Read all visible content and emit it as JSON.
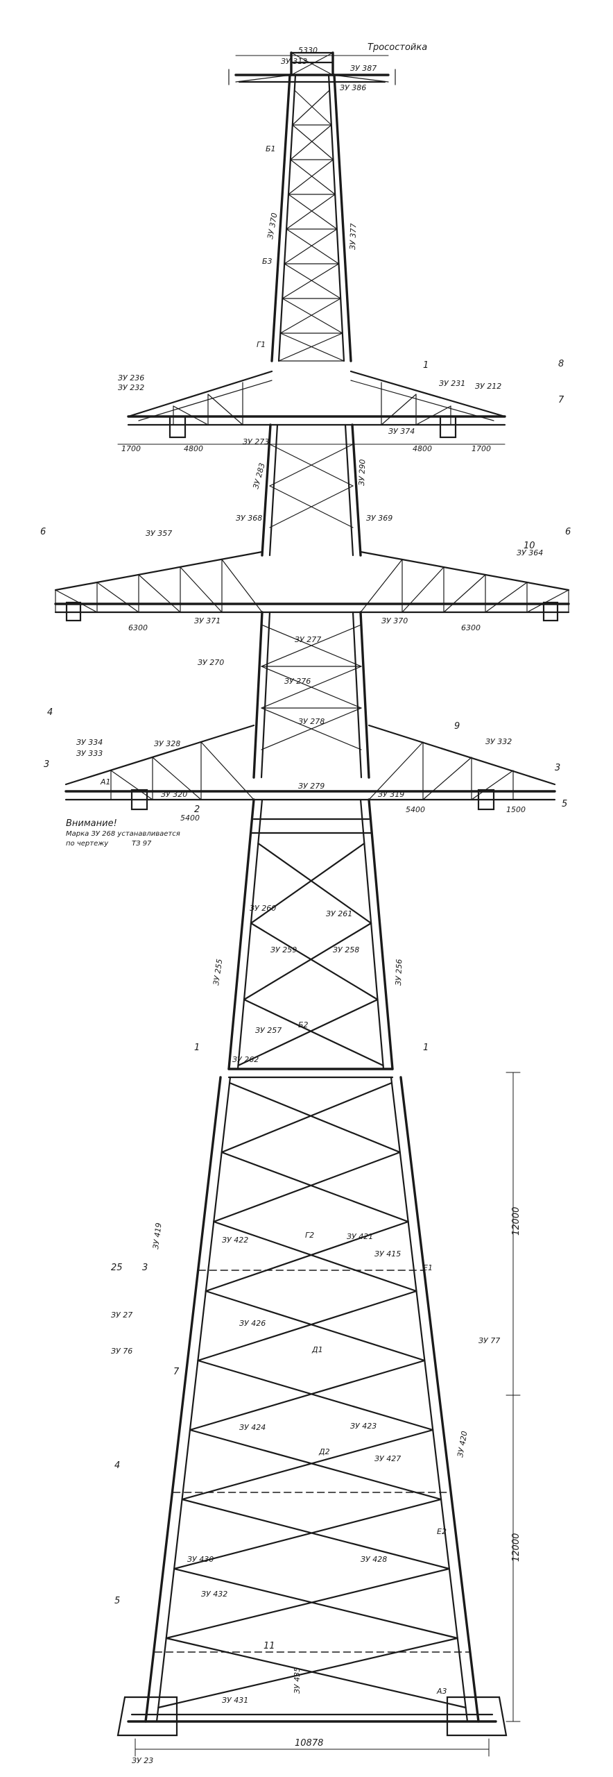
{
  "drawing": {
    "top_label": "Тросостойка",
    "top_width": "5330",
    "note": {
      "line1": "Внимание!",
      "line2": "Марка ЗУ 268 устанавливается",
      "line3": "по чертежу",
      "line4": "ТЗ 97"
    },
    "dimensions": {
      "arm1_left": "1700",
      "arm1_mid_left": "4800",
      "arm1_mid_right": "4800",
      "arm1_right": "1700",
      "arm2_left": "6300",
      "arm2_right": "6300",
      "arm3_left": "5400",
      "arm3_right": "5400",
      "arm3_outer": "1500",
      "base_width": "10878",
      "height_upper": "12000",
      "height_lower": "12000"
    },
    "section_marks": [
      "8",
      "7",
      "6",
      "6",
      "5",
      "4",
      "3",
      "3",
      "2",
      "1",
      "1",
      "1",
      "25",
      "3",
      "7",
      "4",
      "5",
      "9",
      "11",
      "10"
    ],
    "part_labels": [
      "ЗУ 313",
      "ЗУ 387",
      "ЗУ 386",
      "ЗУ 370",
      "ЗУ 377",
      "ЗУ 236",
      "ЗУ 232",
      "ЗУ 231",
      "ЗУ 212",
      "ЗУ 273",
      "ЗУ 374",
      "ЗУ 283",
      "ЗУ 290",
      "ЗУ 357",
      "ЗУ 368",
      "ЗУ 369",
      "ЗУ 364",
      "ЗУ 371",
      "ЗУ 370",
      "ЗУ 270",
      "ЗУ 277",
      "ЗУ 276",
      "ЗУ 278",
      "ЗУ 332",
      "ЗУ 333",
      "ЗУ 334",
      "ЗУ 328",
      "ЗУ 279",
      "ЗУ 320",
      "ЗУ 319",
      "ЗУ 260",
      "ЗУ 261",
      "ЗУ 259",
      "ЗУ 258",
      "ЗУ 255",
      "ЗУ 256",
      "ЗУ 257",
      "ЗУ 262",
      "ЗУ 415",
      "ЗУ 419",
      "ЗУ 422",
      "ЗУ 421",
      "ЗУ 426",
      "ЗУ 424",
      "ЗУ 423",
      "ЗУ 427",
      "ЗУ 430",
      "ЗУ 428",
      "ЗУ 432",
      "ЗУ 431",
      "ЗУ 435",
      "ЗУ 420",
      "ЗУ 77",
      "ЗУ 76",
      "ЗУ 27",
      "ЗУ 23",
      "Б1",
      "Б2",
      "Б3",
      "Г1",
      "Г2",
      "Д1",
      "Д2",
      "Е1",
      "Е2",
      "А1",
      "А3"
    ]
  }
}
